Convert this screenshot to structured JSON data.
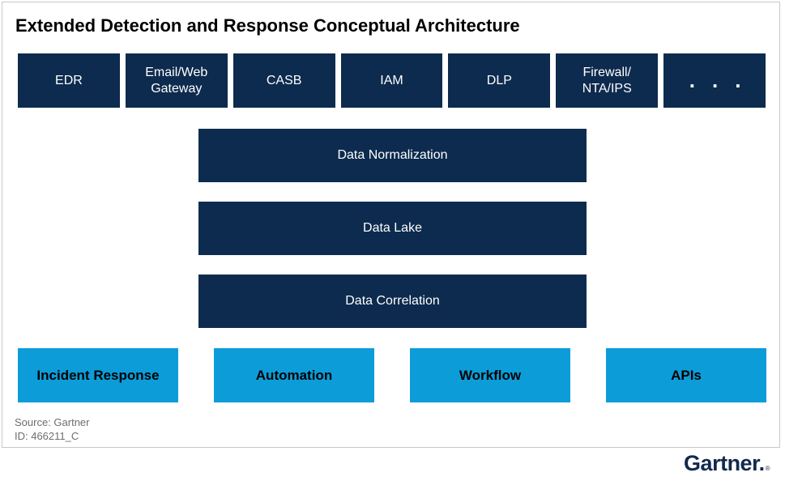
{
  "title": "Extended Detection and Response Conceptual Architecture",
  "sources": [
    {
      "label": "EDR"
    },
    {
      "label": "Email/Web\nGateway"
    },
    {
      "label": "CASB"
    },
    {
      "label": "IAM"
    },
    {
      "label": "DLP"
    },
    {
      "label": "Firewall/\nNTA/IPS"
    },
    {
      "label": "..."
    }
  ],
  "pipeline": [
    {
      "label": "Data Normalization"
    },
    {
      "label": "Data Lake"
    },
    {
      "label": "Data Correlation"
    }
  ],
  "capabilities": [
    {
      "label": "Incident Response"
    },
    {
      "label": "Automation"
    },
    {
      "label": "Workflow"
    },
    {
      "label": "APIs"
    }
  ],
  "footnote": {
    "source": "Source: Gartner",
    "id": "ID: 466211_C"
  },
  "logo": {
    "text": "Gartner.",
    "mark": "®"
  },
  "colors": {
    "navy": "#0D2B4E",
    "cyan": "#0C9DD9",
    "frame_border": "#C8C8C8",
    "footnote_gray": "#6A6E71",
    "logo_navy": "#12294D"
  }
}
